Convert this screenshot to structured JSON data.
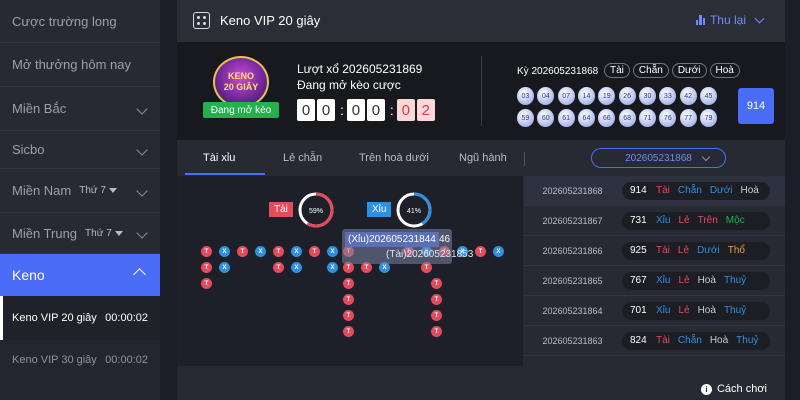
{
  "sidebar": {
    "items": [
      {
        "label": "Cược trường long"
      },
      {
        "label": "Mở thưởng hôm nay"
      },
      {
        "label": "Miền Bắc"
      },
      {
        "label": "Sicbo"
      },
      {
        "label": "Miền Nam",
        "sub": "Thứ 7"
      },
      {
        "label": "Miền Trung",
        "sub": "Thứ 7"
      }
    ],
    "keno": {
      "label": "Keno"
    },
    "keno_items": [
      {
        "label": "Keno VIP 20 giây",
        "time": "00:00:02"
      },
      {
        "label": "Keno VIP 30 giây",
        "time": "00:00:02"
      }
    ]
  },
  "header": {
    "title": "Keno VIP 20 giây",
    "history_label": "Thu lại"
  },
  "current_draw": {
    "logo_text_top": "KENO",
    "logo_text_bottom": "20 GIÂY",
    "badge": "Đang mở kèo",
    "draw_label": "Lượt xổ 202605231869",
    "status": "Đang mở kèo cược",
    "timer": [
      "0",
      "0",
      "0",
      "0",
      "0",
      "2"
    ]
  },
  "last_result": {
    "label": "Kỳ 202605231868",
    "tags": [
      "Tài",
      "Chẵn",
      "Dưới",
      "Hoà"
    ],
    "balls_row1": [
      "03",
      "04",
      "07",
      "14",
      "19",
      "26",
      "30",
      "33",
      "42",
      "45"
    ],
    "balls_row2": [
      "59",
      "60",
      "61",
      "64",
      "66",
      "68",
      "71",
      "76",
      "77",
      "79"
    ],
    "total": "914"
  },
  "tabs": [
    {
      "label": "Tài xỉu"
    },
    {
      "label": "Lẻ chẵn"
    },
    {
      "label": "Trên hoà dưới"
    },
    {
      "label": "Ngũ hành"
    }
  ],
  "period_select": "202605231868",
  "stats": {
    "tai_label": "Tài",
    "tai_percent": "59%",
    "tai_ratio": 0.59,
    "xiu_label": "Xỉu",
    "xiu_percent": "41%",
    "xiu_ratio": 0.41
  },
  "tooltip": {
    "main": "(Xỉu)202605231844",
    "value": "46",
    "sub": "(Tài)202605231853"
  },
  "road_letters": {
    "t": "T",
    "x": "X"
  },
  "history": [
    {
      "period": "202605231868",
      "num": "914",
      "a": "Tài",
      "b": "Chẵn",
      "c": "Dưới",
      "d": "Hoà"
    },
    {
      "period": "202605231867",
      "num": "731",
      "a": "Xỉu",
      "b": "Lẻ",
      "c": "Trên",
      "d": "Mộc"
    },
    {
      "period": "202605231866",
      "num": "925",
      "a": "Tài",
      "b": "Lẻ",
      "c": "Dưới",
      "d": "Thổ"
    },
    {
      "period": "202605231865",
      "num": "767",
      "a": "Xỉu",
      "b": "Lẻ",
      "c": "Hoà",
      "d": "Thuỷ"
    },
    {
      "period": "202605231864",
      "num": "701",
      "a": "Xỉu",
      "b": "Lẻ",
      "c": "Hoà",
      "d": "Thuỷ"
    },
    {
      "period": "202605231863",
      "num": "824",
      "a": "Tài",
      "b": "Chẵn",
      "c": "Hoà",
      "d": "Thuỷ"
    }
  ],
  "colors": {
    "tai": "#e64a5d",
    "xiu": "#2f8fe0",
    "chan": "#2f8fe0",
    "le": "#e64a5d",
    "tren": "#e64a5d",
    "duoi": "#2f8fe0",
    "hoa": "#c9ccd4",
    "moc": "#22b14c",
    "tho": "#e8a23a",
    "thuy": "#2f8fe0",
    "accent": "#4a6cf7"
  },
  "footer": {
    "howto": "Cách chơi"
  }
}
